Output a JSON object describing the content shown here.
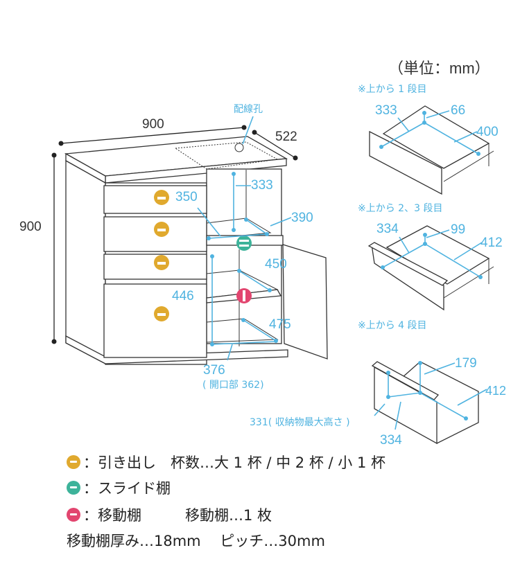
{
  "unit_label": "（単位：mm）",
  "colors": {
    "drawer": "#e0a92e",
    "slide_shelf": "#3db39a",
    "movable_shelf": "#e2456f",
    "dimension": "#4fb3e0"
  },
  "cabinet": {
    "width": "900",
    "depth": "522",
    "height": "900",
    "wiring_hole": "配線孔",
    "dims": {
      "d333": "333",
      "d350": "350",
      "d390": "390",
      "d450": "450",
      "d446": "446",
      "d475": "475",
      "d376": "376",
      "opening": "( 開口部 362)"
    }
  },
  "drawers": [
    {
      "title": "※上から 1 段目",
      "a": "333",
      "b": "66",
      "c": "400"
    },
    {
      "title": "※上から 2、3 段目",
      "a": "334",
      "b": "99",
      "c": "412"
    },
    {
      "title": "※上から 4 段目",
      "a": "331( 収納物最大高さ )",
      "b": "179",
      "c": "412",
      "d": "334"
    }
  ],
  "legend": {
    "drawer": "：引き出し　杯数…大 1 杯 / 中 2 杯 / 小 1 杯",
    "slide": "：スライド棚",
    "movable": "：移動棚　　　移動棚…1 枚",
    "specs": "移動棚厚み…18mm　 ピッチ…30mm"
  }
}
